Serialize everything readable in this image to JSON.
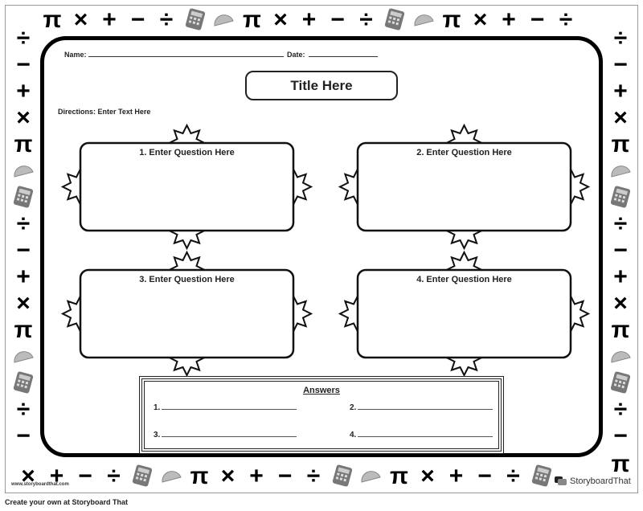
{
  "worksheet": {
    "name_label": "Name:",
    "date_label": "Date:",
    "title": "Title Here",
    "directions": "Directions: Enter Text Here",
    "questions": [
      "1. Enter Question Here",
      "2. Enter Question Here",
      "3. Enter Question Here",
      "4. Enter Question Here"
    ],
    "answers": {
      "title": "Answers",
      "items": [
        "1.",
        "2.",
        "3.",
        "4."
      ]
    }
  },
  "border_symbols": [
    "pi",
    "times",
    "plus",
    "minus",
    "divide",
    "calculator",
    "protractor"
  ],
  "branding": {
    "logo_text": "StoryboardThat",
    "url": "www.storyboardthat.com",
    "footer": "Create your own at Storyboard That"
  }
}
